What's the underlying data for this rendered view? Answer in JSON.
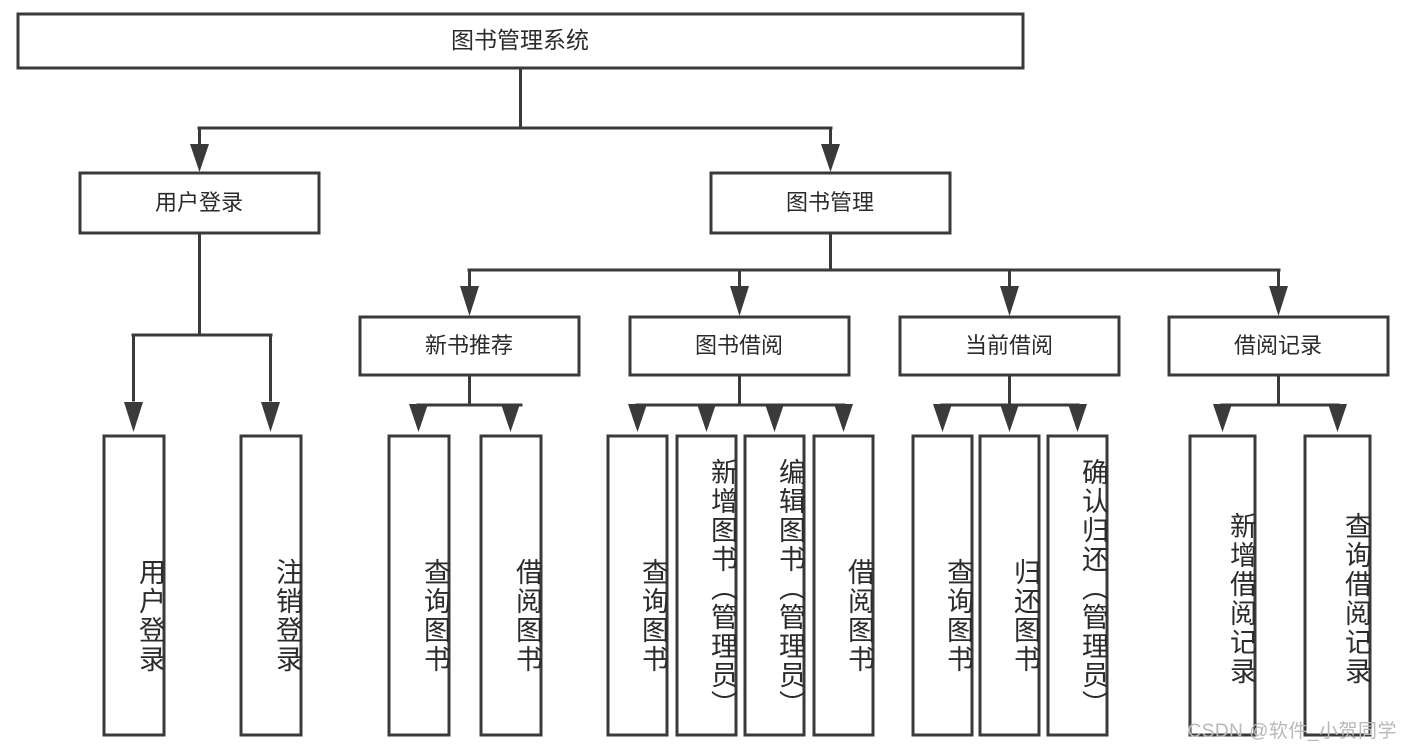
{
  "diagram": {
    "title": "图书管理系统",
    "type": "hierarchy-tree",
    "orientation": "top-down",
    "colors": {
      "stroke": "#3a3a3a",
      "fill": "#ffffff",
      "text": "#2b2b2b",
      "watermark": "#b8b8b8"
    },
    "root": {
      "label": "图书管理系统"
    },
    "level2": [
      {
        "label": "用户登录"
      },
      {
        "label": "图书管理"
      }
    ],
    "level3": [
      {
        "label": "新书推荐"
      },
      {
        "label": "图书借阅"
      },
      {
        "label": "当前借阅"
      },
      {
        "label": "借阅记录"
      }
    ],
    "leaves": {
      "user_login": [
        {
          "label": "用户登录"
        },
        {
          "label": "注销登录"
        }
      ],
      "new_book_recommend": [
        {
          "label": "查询图书"
        },
        {
          "label": "借阅图书"
        }
      ],
      "book_borrow": [
        {
          "label": "查询图书"
        },
        {
          "label": "新增图书（管理员）"
        },
        {
          "label": "编辑图书（管理员）"
        },
        {
          "label": "借阅图书"
        }
      ],
      "current_borrow": [
        {
          "label": "查询图书"
        },
        {
          "label": "归还图书"
        },
        {
          "label": "确认归还（管理员）"
        }
      ],
      "borrow_record": [
        {
          "label": "新增借阅记录"
        },
        {
          "label": "查询借阅记录"
        }
      ]
    }
  },
  "watermark": {
    "text": "CSDN @软件_小贺同学"
  }
}
